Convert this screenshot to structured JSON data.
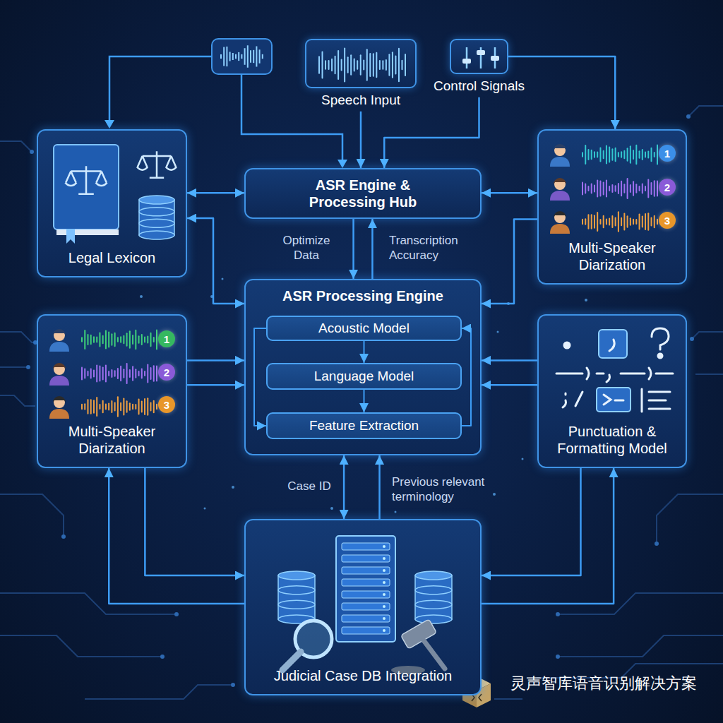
{
  "diagram": {
    "nodes": [
      {
        "text": [
          "Speech Input"
        ]
      },
      {
        "text": [
          "Control Signals"
        ]
      },
      {
        "text": [
          "Legal Lexicon"
        ]
      },
      {
        "text": [
          "ASR Engine & Processing Hub"
        ]
      },
      {
        "text": [
          "Multi-Speaker Diarization"
        ]
      },
      {
        "text": [
          "ASR Processing Engine"
        ]
      },
      {
        "text": [
          "Acoustic Model"
        ],
        "in": 5
      },
      {
        "text": [
          "Language Model"
        ],
        "in": 5
      },
      {
        "text": [
          "Feature Extraction"
        ],
        "in": 5
      },
      {
        "text": [
          "Multi-Speaker Diarization"
        ]
      },
      {
        "text": [
          "Punctuation & Formatting Model"
        ]
      },
      {
        "text": [
          "Judicial Case DB Integration"
        ]
      }
    ],
    "edges": [
      {
        "from": 0,
        "to": 3,
        "arrow": "to"
      },
      {
        "from": 1,
        "to": 3,
        "arrow": "to"
      },
      {
        "from": 1,
        "to": 4,
        "arrow": "to"
      },
      {
        "from": 2,
        "to": 3,
        "arrow": "both"
      },
      {
        "from": 3,
        "to": 4,
        "arrow": "both"
      },
      {
        "from": 3,
        "to": 5,
        "label": "Optimize Data",
        "arrow": "to"
      },
      {
        "from": 5,
        "to": 3,
        "label": "Transcription Accuracy",
        "arrow": "to"
      },
      {
        "from": 2,
        "to": 5,
        "arrow": "both"
      },
      {
        "from": 4,
        "to": 5,
        "arrow": "to"
      },
      {
        "from": 6,
        "to": 7,
        "arrow": "to"
      },
      {
        "from": 7,
        "to": 8,
        "arrow": "to"
      },
      {
        "from": 6,
        "to": 8,
        "arrow": "to"
      },
      {
        "from": 8,
        "to": 6,
        "arrow": "to"
      },
      {
        "from": 9,
        "to": 5,
        "arrow": "to"
      },
      {
        "from": 9,
        "to": 5,
        "arrow": "to"
      },
      {
        "from": 10,
        "to": 5,
        "arrow": "to"
      },
      {
        "from": 10,
        "to": 5,
        "arrow": "to"
      },
      {
        "from": 5,
        "to": 11,
        "label": "Case ID",
        "arrow": "both"
      },
      {
        "from": 11,
        "to": 5,
        "label": "Previous relevant terminology",
        "arrow": "to"
      },
      {
        "from": 9,
        "to": 11,
        "arrow": "to"
      },
      {
        "from": 11,
        "to": 9,
        "arrow": "to"
      },
      {
        "from": 10,
        "to": 11,
        "arrow": "to"
      },
      {
        "from": 11,
        "to": 10,
        "arrow": "to"
      }
    ],
    "labels": [
      "1",
      "2",
      "3",
      "1",
      "2",
      "3",
      "灵声智库语音识别解决方案"
    ]
  }
}
